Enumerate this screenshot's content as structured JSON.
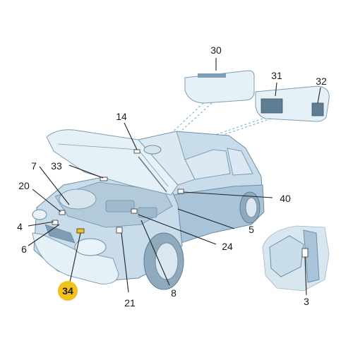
{
  "callouts": {
    "n30": "30",
    "n31": "31",
    "n32": "32",
    "n14": "14",
    "n7": "7",
    "n33": "33",
    "n20": "20",
    "n40": "40",
    "n4": "4",
    "n5": "5",
    "n6": "6",
    "n24": "24",
    "n34": "34",
    "n8": "8",
    "n21": "21",
    "n3": "3"
  },
  "colors": {
    "highlight_badge": "#f2c21b",
    "highlight_part": "#f2c21b",
    "body": "#c9dcea",
    "leader": "#222222",
    "dash": "#5fb0c8"
  }
}
